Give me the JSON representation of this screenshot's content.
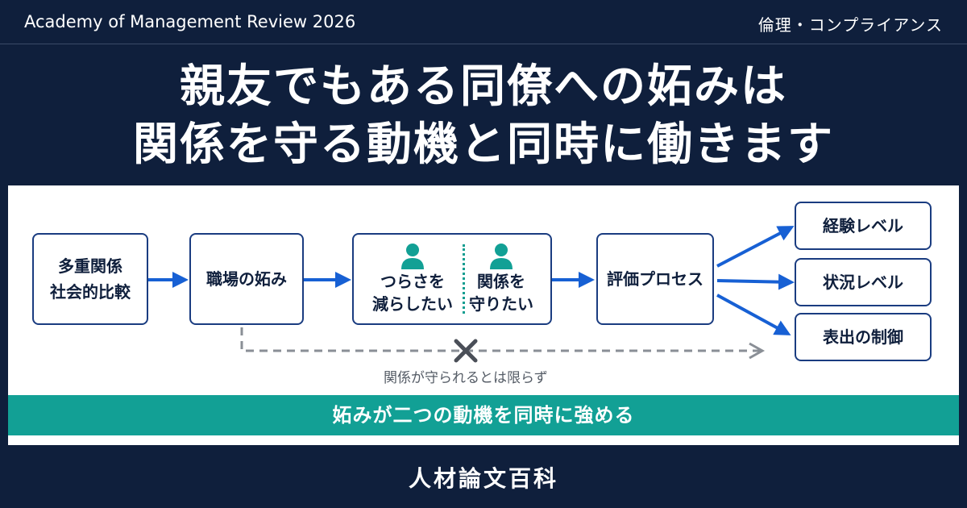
{
  "header": {
    "journal": "Academy of Management Review 2026",
    "category": "倫理・コンプライアンス"
  },
  "headline": {
    "line1": "親友でもある同僚への妬みは",
    "line2": "関係を守る動機と同時に働きます"
  },
  "diagram": {
    "antecedents": {
      "line1": "多重関係",
      "line2": "社会的比較"
    },
    "envy": "職場の妬み",
    "motives": {
      "left": {
        "line1": "つらさを",
        "line2": "減らしたい",
        "icon": "person-icon"
      },
      "right": {
        "line1": "関係を",
        "line2": "守りたい",
        "icon": "person-icon"
      }
    },
    "appraisal": "評価プロセス",
    "outcomes": [
      "経験レベル",
      "状況レベル",
      "表出の制御"
    ],
    "dashed_note": "関係が守られるとは限らず",
    "colors": {
      "navy": "#1a3c80",
      "arrow": "#1760d4",
      "teal": "#12a095",
      "gray": "#8a8f96"
    }
  },
  "banner": "妬みが二つの動機を同時に強める",
  "footer": "人材論文百科"
}
